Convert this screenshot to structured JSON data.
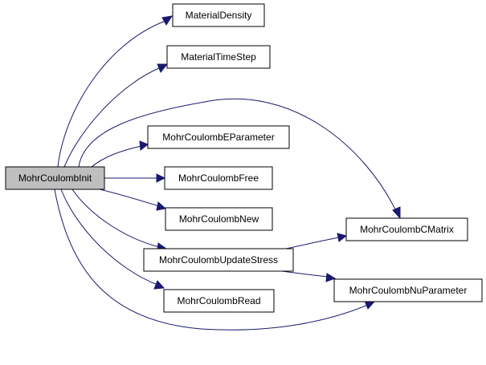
{
  "colors": {
    "background": "#ffffff",
    "node_fill": "#ffffff",
    "root_fill": "#bfbfbf",
    "node_border": "#000000",
    "edge": "#191970"
  },
  "nodes": {
    "root": "MohrCoulombInit",
    "material_density": "MaterialDensity",
    "material_time_step": "MaterialTimeStep",
    "e_parameter": "MohrCoulombEParameter",
    "free": "MohrCoulombFree",
    "new": "MohrCoulombNew",
    "c_matrix": "MohrCoulombCMatrix",
    "update_stress": "MohrCoulombUpdateStress",
    "nu_parameter": "MohrCoulombNuParameter",
    "read": "MohrCoulombRead"
  },
  "edges": [
    {
      "from": "root",
      "to": "material_density"
    },
    {
      "from": "root",
      "to": "material_time_step"
    },
    {
      "from": "root",
      "to": "c_matrix"
    },
    {
      "from": "root",
      "to": "e_parameter"
    },
    {
      "from": "root",
      "to": "free"
    },
    {
      "from": "root",
      "to": "new"
    },
    {
      "from": "root",
      "to": "update_stress"
    },
    {
      "from": "root",
      "to": "read"
    },
    {
      "from": "root",
      "to": "nu_parameter"
    },
    {
      "from": "update_stress",
      "to": "c_matrix"
    },
    {
      "from": "update_stress",
      "to": "nu_parameter"
    }
  ]
}
